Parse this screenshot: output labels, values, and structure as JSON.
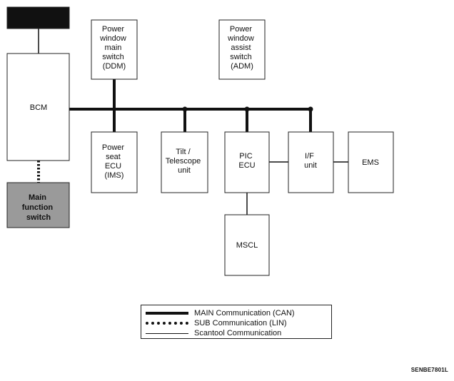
{
  "nodes": {
    "top_dark": "",
    "bcm": "BCM",
    "main_function_switch": [
      "Main",
      "function",
      "switch"
    ],
    "power_window_main_switch": [
      "Power",
      "window",
      "main",
      "switch",
      "(DDM)"
    ],
    "power_window_assist_switch": [
      "Power",
      "window",
      "assist",
      "switch",
      "(ADM)"
    ],
    "power_seat_ecu": [
      "Power",
      "seat",
      "ECU",
      "(IMS)"
    ],
    "tilt_telescope": [
      "Tilt /",
      "Telescope",
      "unit"
    ],
    "pic_ecu": [
      "PIC",
      "ECU"
    ],
    "if_unit": [
      "I/F",
      "unit"
    ],
    "ems": "EMS",
    "mscl": "MSCL"
  },
  "legend": {
    "can": "MAIN Communication (CAN)",
    "lin": "SUB Communication (LIN)",
    "scantool": "Scantool Communication"
  },
  "figure_code": "SENBE7801L",
  "colors": {
    "line": "#111111",
    "dark_box": "#111111",
    "gray_box": "#9a9a9a"
  }
}
